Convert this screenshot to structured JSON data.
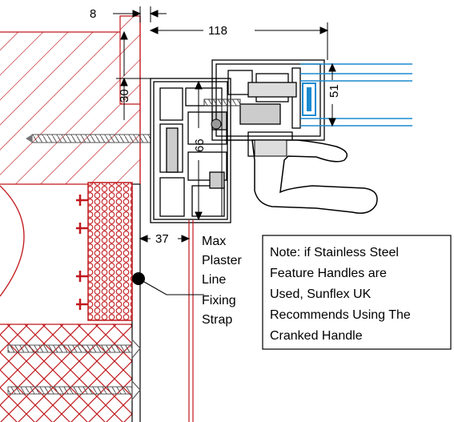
{
  "dimensions": {
    "top_gap": "8",
    "frame_depth": "118",
    "reveal_height": "30",
    "glass_thickness": "51",
    "frame_section": "66",
    "plaster_offset": "37"
  },
  "labels": {
    "max_plaster_line": [
      "Max",
      "Plaster",
      "Line"
    ],
    "fixing_strap": [
      "Fixing",
      "Strap"
    ]
  },
  "note": {
    "lines": [
      "Note: if Stainless Steel",
      "Feature Handles are",
      "Used, Sunflex UK",
      "Recommends Using The",
      "Cranked  Handle"
    ]
  },
  "colors": {
    "masonry_red": "#c0181c",
    "line_black": "#000000",
    "glass_blue": "#1a8ad0",
    "screw_grey": "#888888"
  }
}
